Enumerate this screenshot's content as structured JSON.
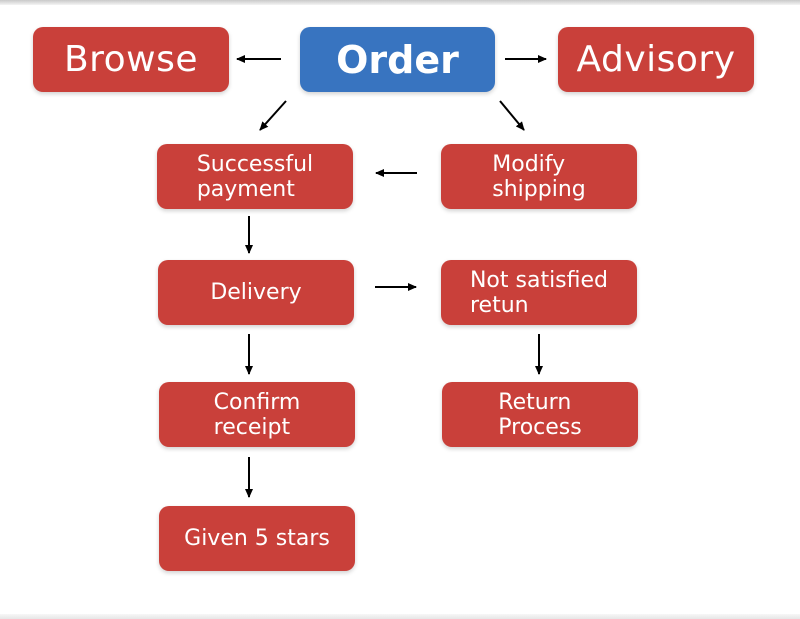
{
  "nodes": {
    "browse": "Browse",
    "order": "Order",
    "advisory": "Advisory",
    "successful_payment": "Successful\npayment",
    "modify_shipping": "Modify\nshipping",
    "delivery": "Delivery",
    "not_satisfied": "Not satisfied\nretun",
    "confirm_receipt": "Confirm\nreceipt",
    "return_process": "Return\nProcess",
    "given_stars": "Given 5 stars"
  },
  "colors": {
    "node_red": "#c9403a",
    "node_blue": "#3874c0",
    "text": "#ffffff",
    "arrow": "#000000"
  }
}
